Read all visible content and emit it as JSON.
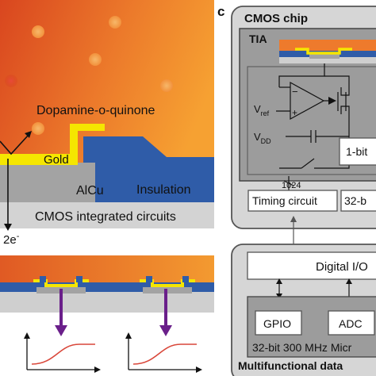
{
  "left_panel": {
    "molecule": "Dopamine-o-quinone",
    "gold": "Gold",
    "alcu": "AlCu",
    "insulation": "Insulation",
    "cmos_ic": "CMOS integrated circuits",
    "electrons": "2e",
    "electron_sup": "-"
  },
  "right_panel": {
    "panel_letter": "c",
    "cmos_chip": "CMOS chip",
    "tia": "TIA",
    "vref": "V",
    "vref_sub": "ref",
    "vdd": "V",
    "vdd_sub": "DD",
    "bus_width": "1024",
    "one_bit": "1-bit",
    "timing_circuit": "Timing circuit",
    "thirty_two_bit": "32-b",
    "digital_io": "Digital I/O",
    "gpio": "GPIO",
    "adc": "ADC",
    "micro": "32-bit 300 MHz Micr",
    "multifunctional": "Multifunctional data",
    "opamp_minus": "−",
    "opamp_plus": "+"
  },
  "colors": {
    "electrolyte_orange": "#ee7a2c",
    "gold": "#f5e600",
    "insulation_blue": "#2f5ca8",
    "alcu_gray": "#9b9b9b",
    "substrate_gray": "#d3d3d3",
    "arrow_purple": "#6a1f8a",
    "curve_red": "#d9473a",
    "chip_gray": "#d6d6d6",
    "block_gray": "#9c9c9c"
  }
}
